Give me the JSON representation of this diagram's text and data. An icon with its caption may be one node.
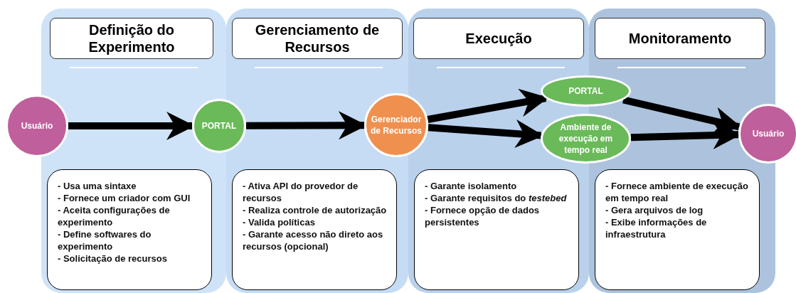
{
  "diagram": {
    "nodes": [
      {
        "text": [],
        "shape": "box"
      },
      {
        "text": [
          "Definição do Experimento"
        ],
        "in": 0
      },
      {
        "text": [
          "- Usa uma sintaxe",
          "- Fornece um criador com GUI",
          "- Aceita configurações de experimento",
          "- Define softwares do experimento",
          "- Solicitação de recursos"
        ],
        "in": 0
      },
      {
        "text": [],
        "shape": "box"
      },
      {
        "text": [
          "Gerenciamento de Recursos"
        ],
        "in": 3
      },
      {
        "text": [
          "- Ativa API do provedor de recursos",
          "- Realiza controle de autorização",
          "- Valida políticas",
          "- Garante acesso não direto aos recursos (opcional)"
        ],
        "in": 3
      },
      {
        "text": [],
        "shape": "box"
      },
      {
        "text": [
          "Execução"
        ],
        "in": 6
      },
      {
        "text": [
          "- Garante isolamento",
          "- Garante requisitos do *testebed*",
          "- Fornece opção de dados persistentes"
        ],
        "in": 6
      },
      {
        "text": [],
        "shape": "box"
      },
      {
        "text": [
          "Monitoramento"
        ],
        "in": 9
      },
      {
        "text": [
          "- Fornece ambiente de execução em tempo real",
          "- Gera arquivos de log",
          "- Exibe informações de infraestrutura"
        ],
        "in": 9
      },
      {
        "text": [
          "Usuário"
        ]
      },
      {
        "text": [
          "PORTAL"
        ]
      },
      {
        "text": [
          "Gerenciador de Recursos"
        ]
      },
      {
        "text": [
          "PORTAL"
        ]
      },
      {
        "text": [
          "Ambiente de execução em tempo real"
        ]
      },
      {
        "text": [
          "Usuário"
        ]
      }
    ],
    "edges": [
      {
        "from": 12,
        "to": 13,
        "arrow": "to"
      },
      {
        "from": 13,
        "to": 14,
        "arrow": "to"
      },
      {
        "from": 14,
        "to": 15,
        "arrow": "to"
      },
      {
        "from": 14,
        "to": 16,
        "arrow": "to"
      },
      {
        "from": 15,
        "to": 17,
        "arrow": "to"
      },
      {
        "from": 16,
        "to": 17,
        "arrow": "to"
      }
    ]
  }
}
